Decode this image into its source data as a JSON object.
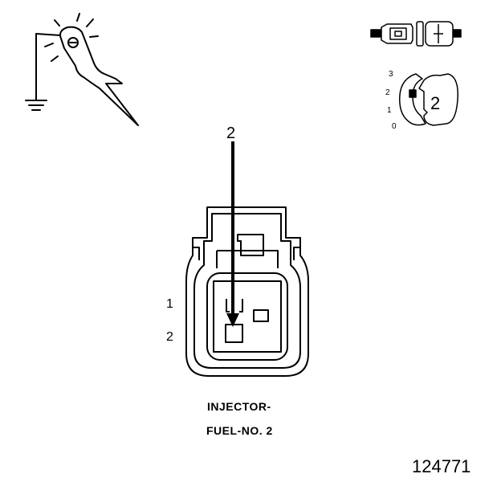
{
  "probe": {
    "icon": "test-probe-to-ground-icon"
  },
  "connector_view": {
    "icon": "connector-side-icon"
  },
  "terminal_view": {
    "icon": "terminal-position-icon",
    "position_labels": [
      "3",
      "2",
      "1",
      "0"
    ],
    "selected_label": "2"
  },
  "connector": {
    "arrow_label": "2",
    "pin_labels": [
      "1",
      "2"
    ],
    "highlighted_pin": "2"
  },
  "caption": {
    "line1": "INJECTOR-",
    "line2": "FUEL-NO. 2"
  },
  "figure_number": "124771"
}
